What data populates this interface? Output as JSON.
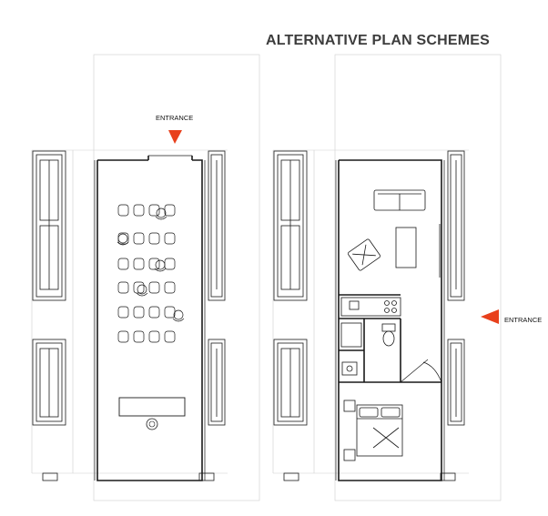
{
  "title": "ALTERNATIVE PLAN SCHEMES",
  "plans": [
    {
      "name": "seminar-scheme",
      "entrance_label": "ENTRANCE"
    },
    {
      "name": "apartment-scheme",
      "entrance_label": "ENTRANCE"
    }
  ],
  "colors": {
    "arrow": "#e8401c",
    "line": "#1a1a1a",
    "faint": "#c8c8c8",
    "title": "#3d3d3d"
  }
}
